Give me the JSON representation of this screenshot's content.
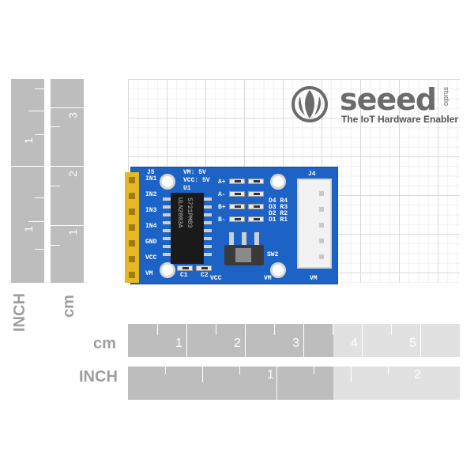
{
  "logo": {
    "wordmark": "seeed",
    "studio": "studio",
    "tagline": "The IoT Hardware Enabler"
  },
  "board": {
    "silk_top": [
      "J5",
      "VM: 5V",
      "VCC: 5V",
      "U1",
      "J4"
    ],
    "pins": [
      "IN1",
      "IN2",
      "IN3",
      "IN4",
      "GND",
      "VCC",
      "VM"
    ],
    "phase_labels": [
      "A+",
      "A-",
      "B+",
      "B-"
    ],
    "led_labels": [
      "D4 R4",
      "D3 R3",
      "D2 R2",
      "D1 R1"
    ],
    "chip_marking": "ULN2003A",
    "chip_code": "5721PM83",
    "switch_label": "SW2",
    "bottom_labels": [
      "VCC",
      "VM",
      "VM"
    ],
    "small_labels": [
      "C1",
      "C2"
    ]
  },
  "rulers": {
    "inch_unit": "INCH",
    "cm_unit": "cm",
    "vertical_inch_labels": [
      "1",
      "1"
    ],
    "vertical_cm_labels": [
      "3",
      "2",
      "1"
    ],
    "horizontal_cm_labels": [
      "1",
      "2",
      "3",
      "4",
      "5"
    ],
    "horizontal_inch_labels": [
      "1",
      "2"
    ]
  }
}
